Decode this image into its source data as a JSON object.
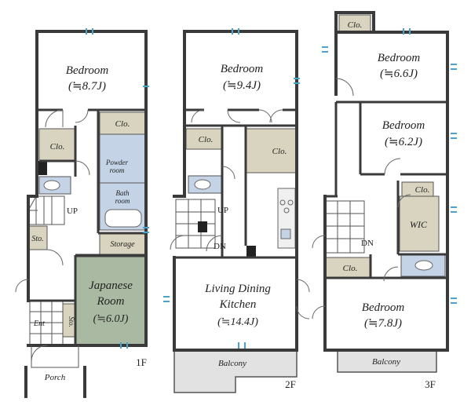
{
  "floors": {
    "f1": {
      "label": "1F",
      "bedroom": {
        "name": "Bedroom",
        "size": "(≒8.7J)"
      },
      "closet_a": "Clo.",
      "closet_b": "Clo.",
      "powder": {
        "line1": "Powder",
        "line2": "room"
      },
      "bath": {
        "line1": "Bath",
        "line2": "room"
      },
      "storage": "Storage",
      "storage_small": "Sto.",
      "storage_entry": "Sto.",
      "up": "UP",
      "japanese": {
        "line1": "Japanese",
        "line2": "Room",
        "size": "(≒6.0J)"
      },
      "entrance": "Ent",
      "porch": "Porch"
    },
    "f2": {
      "label": "2F",
      "bedroom": {
        "name": "Bedroom",
        "size": "(≒9.4J)"
      },
      "closet_a": "Clo.",
      "closet_b": "Clo.",
      "up": "UP",
      "dn": "DN",
      "ldk": {
        "line1": "Living Dining",
        "line2": "Kitchen",
        "size": "(≒14.4J)"
      },
      "balcony": "Balcony"
    },
    "f3": {
      "label": "3F",
      "closet_top": "Clo.",
      "bedroom_a": {
        "name": "Bedroom",
        "size": "(≒6.6J)"
      },
      "bedroom_b": {
        "name": "Bedroom",
        "size": "(≒6.2J)"
      },
      "closet_mid": "Clo.",
      "wic": "WIC",
      "dn": "DN",
      "closet_low": "Clo.",
      "bedroom_c": {
        "name": "Bedroom",
        "size": "(≒7.8J)"
      },
      "balcony": "Balcony"
    }
  },
  "colors": {
    "wall": "#3a3a3a",
    "closet": "#d9d4bf",
    "wet_area": "#c5d3e6",
    "japanese_room": "#a9b9a2",
    "balcony": "#e2e2e2"
  }
}
